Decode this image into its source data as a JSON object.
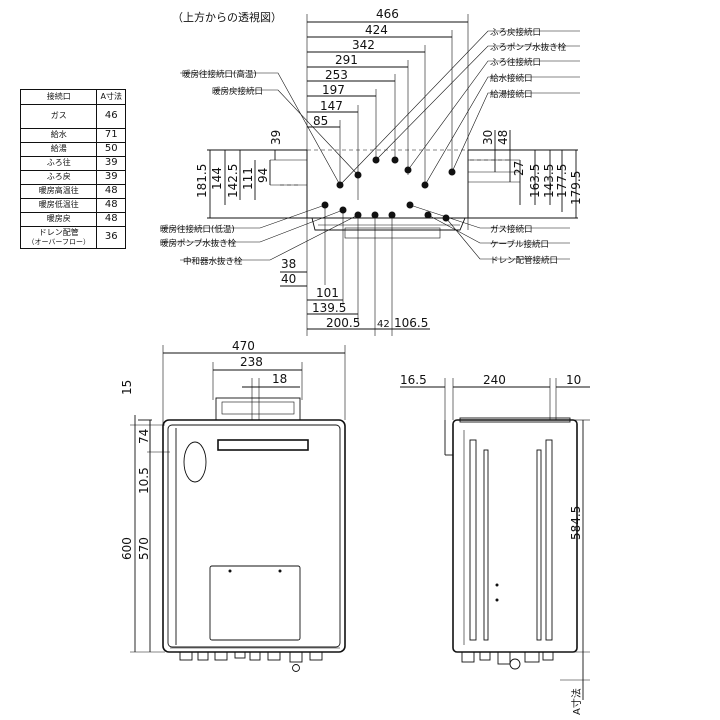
{
  "title": "（上方からの透視図）",
  "table": {
    "headers": [
      "接続口",
      "A寸法"
    ],
    "rows": [
      {
        "name": "ガス",
        "value": "46"
      },
      {
        "name": "給水",
        "value": "71"
      },
      {
        "name": "給湯",
        "value": "50"
      },
      {
        "name": "ふろ往",
        "value": "39"
      },
      {
        "name": "ふろ戻",
        "value": "39"
      },
      {
        "name": "暖房高温往",
        "value": "48"
      },
      {
        "name": "暖房低温往",
        "value": "48"
      },
      {
        "name": "暖房戻",
        "value": "48"
      },
      {
        "name": "ドレン配管",
        "value": "36",
        "sub": "（オーバーフロー）"
      }
    ]
  },
  "top_view": {
    "top_dims": [
      "466",
      "424",
      "342",
      "291",
      "253",
      "197",
      "147",
      "85"
    ],
    "left_dims": [
      "39",
      "181.5",
      "144",
      "142.5",
      "111",
      "94"
    ],
    "right_dims": [
      "30",
      "48",
      "27",
      "163.5",
      "143.5",
      "177.5",
      "179.5"
    ],
    "bottom_dims": [
      "38",
      "40",
      "101",
      "139.5",
      "200.5",
      "42",
      "106.5"
    ],
    "labels_right": [
      "ふろ戻接続口",
      "ふろポンプ水抜き栓",
      "ふろ往接続口",
      "給水接続口",
      "給湯接続口"
    ],
    "labels_left_top": [
      "暖房往接続口(高温)",
      "暖房戻接続口"
    ],
    "labels_left_bottom": [
      "暖房往接続口(低温)",
      "暖房ポンプ水抜き栓",
      "中和器水抜き栓"
    ],
    "labels_right_bottom": [
      "ガス接続口",
      "ケーブル接続口",
      "ドレン配管接続口"
    ]
  },
  "front_view": {
    "dims": {
      "width": "470",
      "inner": "238",
      "offset": "18",
      "top": "15",
      "a74": "74",
      "a105": "10.5",
      "h600": "600",
      "h570": "570"
    }
  },
  "side_view": {
    "dims": {
      "d165": "16.5",
      "d240": "240",
      "d10": "10",
      "h5845": "584.5"
    },
    "a_label": "A寸法"
  }
}
